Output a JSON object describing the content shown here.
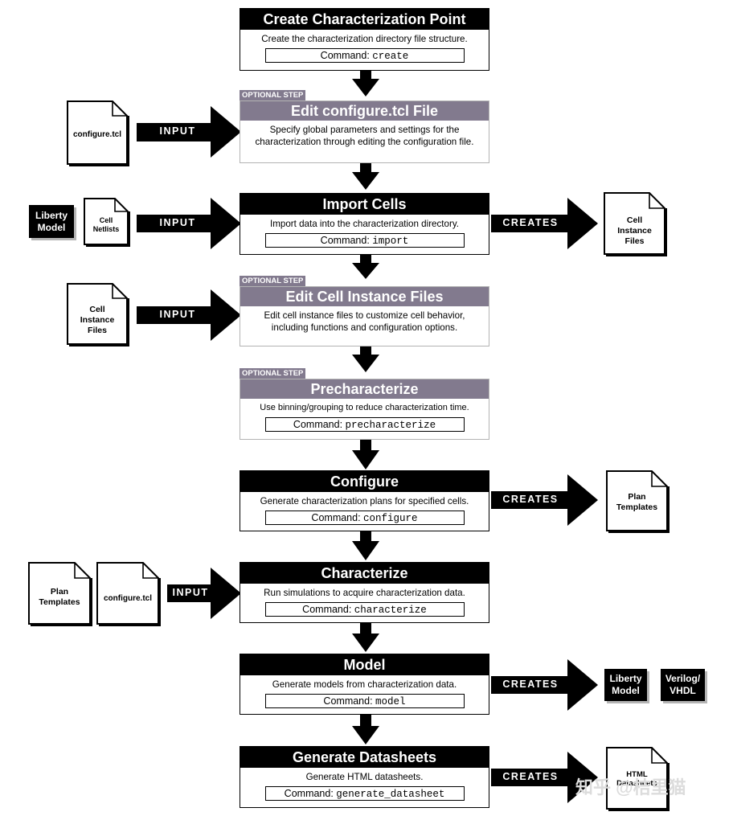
{
  "steps": {
    "create": {
      "title": "Create Characterization Point",
      "description": "Create the characterization directory file structure.",
      "command_prefix": "Command:",
      "command": "create"
    },
    "edit_configure": {
      "tag": "OPTIONAL STEP",
      "title": "Edit configure.tcl File",
      "description": "Specify global parameters and settings for the characterization through editing the configuration file."
    },
    "import_cells": {
      "title": "Import Cells",
      "description": "Import data into the characterization directory.",
      "command_prefix": "Command:",
      "command": "import"
    },
    "edit_cell_instance": {
      "tag": "OPTIONAL STEP",
      "title": "Edit Cell Instance Files",
      "description": "Edit cell instance files to customize cell behavior, including functions and configuration options."
    },
    "precharacterize": {
      "tag": "OPTIONAL STEP",
      "title": "Precharacterize",
      "description": "Use binning/grouping to reduce characterization time.",
      "command_prefix": "Command:",
      "command": "precharacterize"
    },
    "configure": {
      "title": "Configure",
      "description": "Generate characterization plans for specified cells.",
      "command_prefix": "Command:",
      "command": "configure"
    },
    "characterize": {
      "title": "Characterize",
      "description": "Run simulations to acquire characterization data.",
      "command_prefix": "Command:",
      "command": "characterize"
    },
    "model": {
      "title": "Model",
      "description": "Generate models from characterization data.",
      "command_prefix": "Command:",
      "command": "model"
    },
    "generate_datasheets": {
      "title": "Generate Datasheets",
      "description": "Generate HTML datasheets.",
      "command_prefix": "Command:",
      "command": "generate_datasheet"
    }
  },
  "arrows": {
    "input": "INPUT",
    "creates": "CREATES"
  },
  "files": {
    "configure_tcl_1": "configure.tcl",
    "liberty_model_in": "Liberty Model",
    "cell_netlists": "Cell Netlists",
    "cell_instance_files_out": "Cell Instance Files",
    "cell_instance_files_in": "Cell Instance Files",
    "plan_templates_out": "Plan Templates",
    "plan_templates_in": "Plan Templates",
    "configure_tcl_2": "configure.tcl",
    "liberty_model_out": "Liberty Model",
    "verilog_vhdl": "Verilog/ VHDL",
    "html_datasheets": "HTML Datasheets"
  },
  "watermark": "知乎 @桔里猫",
  "colors": {
    "header": "#000000",
    "optional_header": "#827a8e",
    "arrow": "#000000"
  }
}
